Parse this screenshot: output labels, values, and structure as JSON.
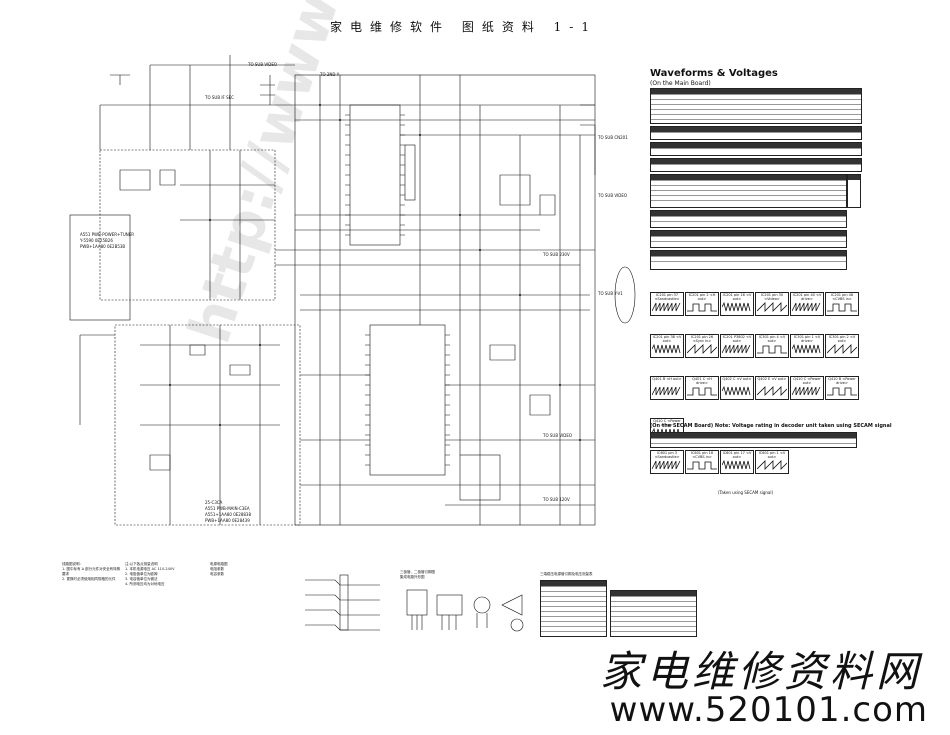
{
  "header": {
    "title": "家电维修软件 图纸资料 1-1"
  },
  "schematic": {
    "top_labels": [
      "TO SUB VIDEO",
      "TO 2ND Y",
      "TO SUB IF SEC"
    ],
    "right_labels": [
      "TO SUB CN201",
      "TO SUB VIDEO",
      "TO SUB 230V",
      "TO SUB Y-V1",
      "TO SUB VIDEO",
      "TO SUB 120V"
    ],
    "left_box_lines": [
      "A551 PWB-POWER+TUNER",
      "Y-5590 0E25B26",
      "PWB+1AA80 0E2B53B"
    ],
    "main_board_lines": [
      "25-C3CA",
      "A551 PWB-MAIN-C3EA",
      "A551+1AA80 0E28838",
      "PWB+1AA80 0E28439"
    ],
    "faint_watermark": "http://www.qisotan.com"
  },
  "waveforms": {
    "title": "Waveforms & Voltages",
    "subtitle": "(On the Main Board)",
    "cells": [
      "IC201 pin 37 <Sandcastle>",
      "IC201 pin 2 <H out>",
      "IC201 pin 16 <V out>",
      "IC201 pin 30 <Video>",
      "IC201 pin 40 <V drive>",
      "IC201 pin 46 <CVBS in>",
      "IC201 pin 38 <V out>",
      "IC201 pin 26 <Sync in>",
      "IC201 P3802 <V out>",
      "IC301 pin 4 <V out>",
      "IC301 pin 1 <V drive>",
      "IC301 pin 2 <V out>",
      "Q401 B <H out>",
      "Q401 C <H drive>",
      "Q402 C <V out>",
      "Q402 E <V out>",
      "Q410 C <Power out>",
      "Q410 B <Power drive>",
      "Q410 C <Power drive>"
    ],
    "secam_title": "(On the SECAM Board)  Note: Voltage rating in decoder unit taken using SECAM signal",
    "secam_cells": [
      "IC601 pin 3 <Sandcastle>",
      "IC601 pin 16 <CVBS in>",
      "IC601 pin 17 <V out>",
      "IC601 pin 1 <V out>"
    ],
    "secam_note": "(Taken using SECAM signal)"
  },
  "notes": {
    "col1": [
      "线路图说明:",
      "1. 图中标有 Δ 部分元件对安全有特殊要求",
      "2. 更换时必须使用相同规格的元件"
    ],
    "col2": [
      "注:以下各点测量说明",
      "1. 本机电源电压 AC 110-240V",
      "2. 电阻值单位为欧姆",
      "3. 电容值单位为微法",
      "4. 所测电压均为对地电压"
    ],
    "col3": [
      "电源电路图",
      "电阻参数",
      "电容参数"
    ],
    "col4": [
      "三极管、二极管引脚图",
      "集成电路外形图"
    ],
    "col5": [
      "三端稳压电源管引脚及电压测量表"
    ]
  },
  "watermark": {
    "chinese": "家电维修资料网",
    "url": "www.520101.com"
  }
}
